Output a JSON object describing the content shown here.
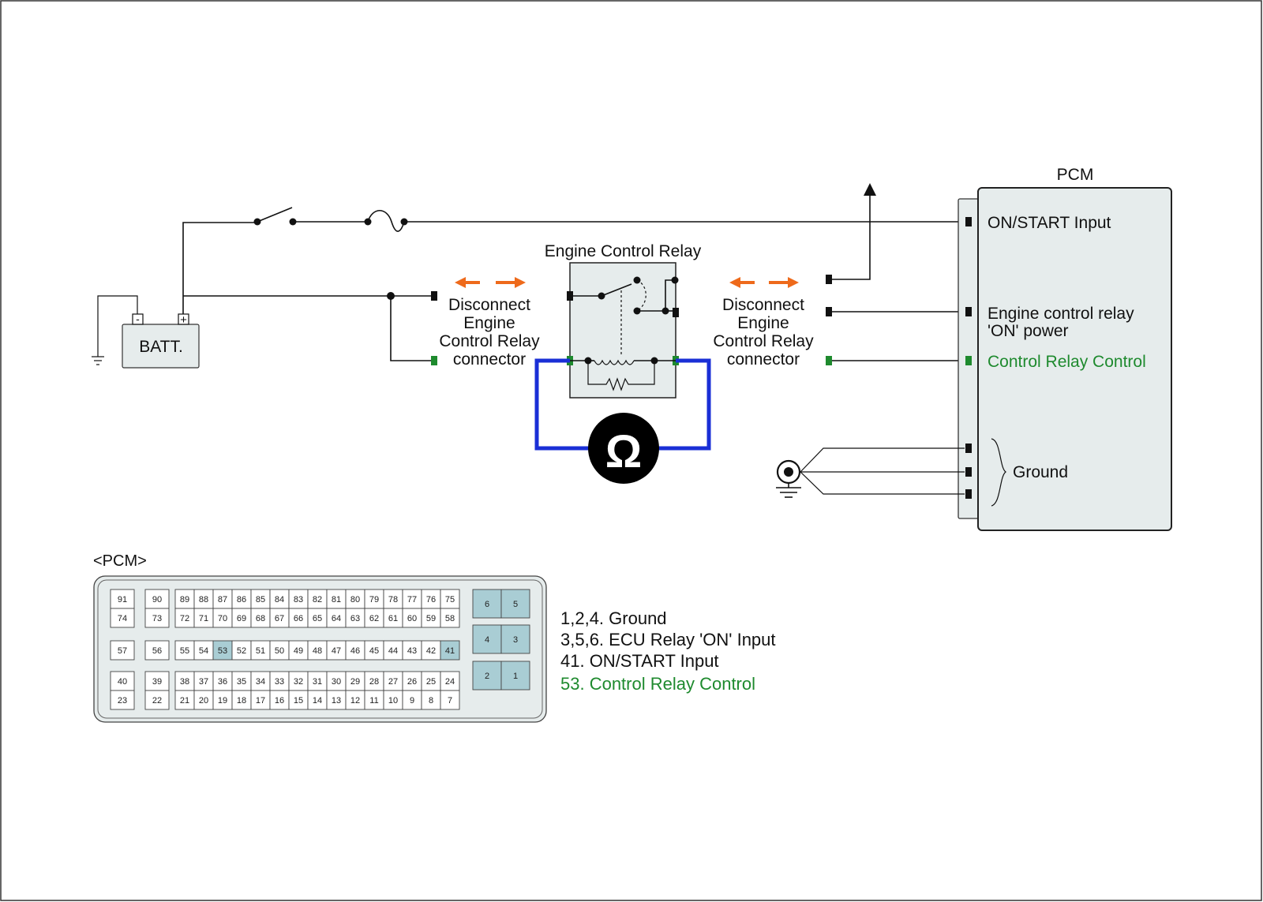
{
  "colors": {
    "background": "#ffffff",
    "wire": "#111111",
    "green_pin": "#1e8a2e",
    "green_text": "#1e8a2e",
    "meter_lead": "#1a2fd6",
    "arrow_orange": "#ee6a1b",
    "box_fill": "#e6ecec",
    "highlight_cell": "#a9cdd4"
  },
  "icons": {
    "ohmmeter": "ohmmeter-icon",
    "battery": "battery-icon",
    "ground": "ground-icon",
    "switch": "switch-icon",
    "fuse": "fuse-icon"
  },
  "battery": {
    "label": "BATT.",
    "neg": "-",
    "pos": "+"
  },
  "relay": {
    "title": "Engine Control Relay"
  },
  "disconnect_left": {
    "lines": [
      "Disconnect",
      "Engine",
      "Control Relay",
      "connector"
    ]
  },
  "disconnect_right": {
    "lines": [
      "Disconnect",
      "Engine",
      "Control Relay",
      "connector"
    ]
  },
  "meter": {
    "symbol": "Ω"
  },
  "pcm": {
    "title": "PCM",
    "on_start": "ON/START Input",
    "relay_power_1": "Engine control relay",
    "relay_power_2": "'ON' power",
    "control": "Control Relay Control",
    "ground": "Ground"
  },
  "connector": {
    "title": "<PCM>",
    "left_pins": {
      "row1": [
        "91",
        "74"
      ],
      "row2": [
        "57"
      ],
      "row3": [
        "40",
        "23"
      ]
    },
    "col2_pins": {
      "row1": [
        "90",
        "73"
      ],
      "row2": [
        "56"
      ],
      "row3": [
        "39",
        "22"
      ]
    },
    "main_rows": [
      [
        "89",
        "88",
        "87",
        "86",
        "85",
        "84",
        "83",
        "82",
        "81",
        "80",
        "79",
        "78",
        "77",
        "76",
        "75"
      ],
      [
        "72",
        "71",
        "70",
        "69",
        "68",
        "67",
        "66",
        "65",
        "64",
        "63",
        "62",
        "61",
        "60",
        "59",
        "58"
      ],
      [
        "55",
        "54",
        "53",
        "52",
        "51",
        "50",
        "49",
        "48",
        "47",
        "46",
        "45",
        "44",
        "43",
        "42",
        "41"
      ],
      [
        "38",
        "37",
        "36",
        "35",
        "34",
        "33",
        "32",
        "31",
        "30",
        "29",
        "28",
        "27",
        "26",
        "25",
        "24"
      ],
      [
        "21",
        "20",
        "19",
        "18",
        "17",
        "16",
        "15",
        "14",
        "13",
        "12",
        "11",
        "10",
        "9",
        "8",
        "7"
      ]
    ],
    "highlighted": [
      "53",
      "41"
    ],
    "power_pins": [
      [
        "6",
        "5"
      ],
      [
        "4",
        "3"
      ],
      [
        "2",
        "1"
      ]
    ]
  },
  "legend": [
    {
      "text": "1,2,4. Ground",
      "color": "#111111"
    },
    {
      "text": "3,5,6. ECU Relay 'ON' Input",
      "color": "#111111"
    },
    {
      "text": "41. ON/START Input",
      "color": "#111111"
    },
    {
      "text": "53. Control Relay Control",
      "color": "#1e8a2e"
    }
  ]
}
